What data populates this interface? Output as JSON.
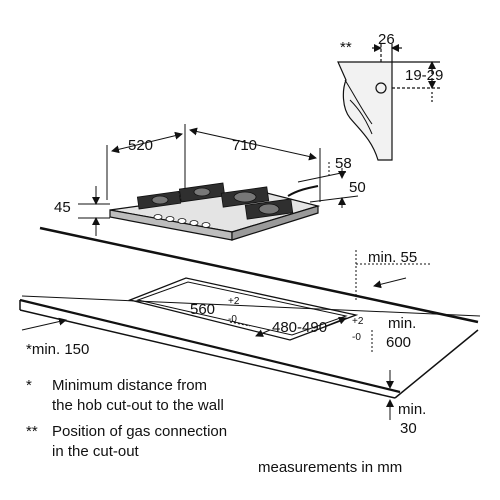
{
  "dimensions": {
    "gas_conn_marker": "**",
    "gas_width": "26",
    "gas_offset": "19-29",
    "hob_depth": "520",
    "hob_width": "710",
    "right_gap": "58",
    "right_height": "50",
    "height": "45",
    "cutout_depth": "560",
    "cutout_depth_tol_plus": "+2",
    "cutout_depth_tol_minus": "-0",
    "cutout_width": "480-490",
    "cutout_width_tol_plus": "+2",
    "cutout_width_tol_minus": "-0",
    "min_back": "min. 55",
    "min_side": "*min. 150",
    "min_width_label": "min.",
    "min_width_value": "600",
    "min_front_label": "min.",
    "min_front_value": "30"
  },
  "notes": [
    {
      "mark": "*",
      "line1": "Minimum distance from",
      "line2": "the hob cut-out to the wall"
    },
    {
      "mark": "**",
      "line1": "Position of gas connection",
      "line2": "in the cut-out"
    }
  ],
  "units_note": "measurements in mm"
}
